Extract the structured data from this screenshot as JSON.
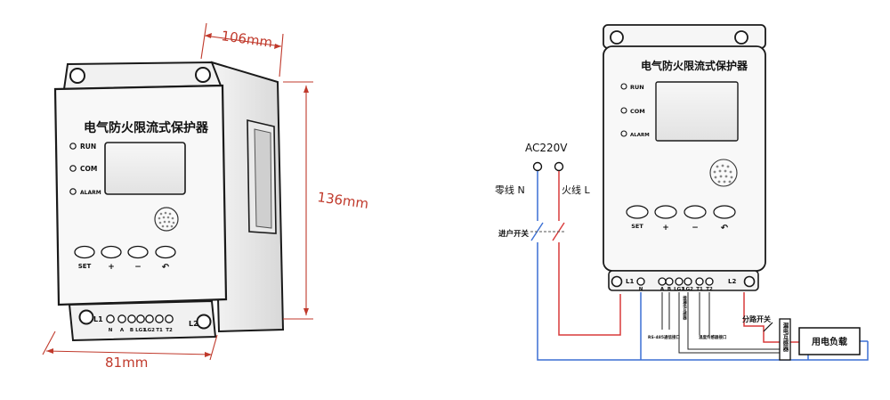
{
  "device": {
    "title": "电气防火限流式保护器",
    "indicators": [
      "RUN",
      "COM",
      "ALARM"
    ],
    "buttons": [
      "SET",
      "+",
      "−",
      "↶"
    ],
    "terminal_left": "L1",
    "terminal_right": "L2",
    "terminal_labels": [
      "N",
      "A",
      "B",
      "LG1",
      "LG2",
      "T1",
      "T2"
    ]
  },
  "dimensions": {
    "depth": "106mm",
    "height": "136mm",
    "width": "81mm"
  },
  "wiring": {
    "supply": "AC220V",
    "neutral": "零线 N",
    "live": "火线 L",
    "incoming_switch": "进户开关",
    "branch_switch": "分路开关",
    "load": "用电负载",
    "leak_sensor": "漏电互感器",
    "rs485_note": "RS-485通信接口",
    "leak_note": "接漏电互感器",
    "temp_note": "温度传感器接口"
  },
  "colors": {
    "dimension": "#c0392b",
    "neutral_wire": "#3b6fd4",
    "live_wire": "#d93a3a",
    "outline": "#1a1a1a"
  }
}
